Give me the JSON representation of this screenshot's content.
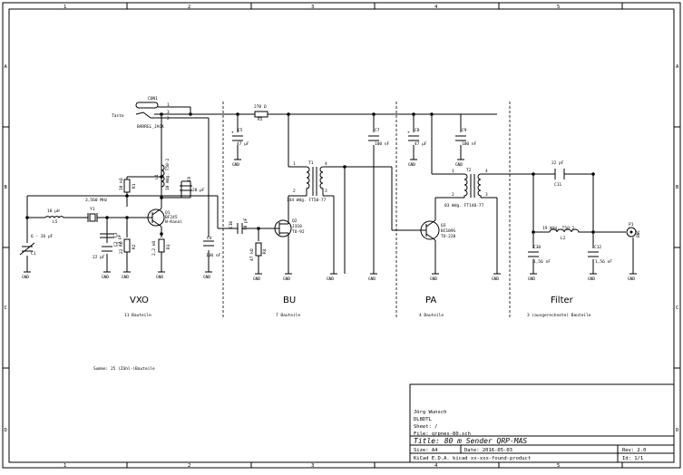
{
  "frame": {
    "columns": [
      "1",
      "2",
      "3",
      "4",
      "5"
    ],
    "rows": [
      "A",
      "B",
      "C",
      "D"
    ]
  },
  "components": {
    "con1": {
      "ref": "CON1",
      "name": "BARREL_JACK",
      "pins": [
        "1",
        "3",
        "2"
      ],
      "input_label": "Taste"
    },
    "r5": {
      "ref": "R5",
      "value": "270 Ω"
    },
    "c5": {
      "ref": "C5",
      "value": "47 µF"
    },
    "c7": {
      "ref": "C7",
      "value": "100 nF"
    },
    "c8": {
      "ref": "C8",
      "value": "47 µF"
    },
    "c9": {
      "ref": "C9",
      "value": "100 nF"
    },
    "r1": {
      "ref": "R1",
      "value": "10 kΩ"
    },
    "l4": {
      "ref": "L4",
      "value": "10 Wdg. T50-2"
    },
    "c6": {
      "ref": "C6",
      "value": "20 pF"
    },
    "l5": {
      "ref": "L5",
      "value": "10 µH"
    },
    "y1": {
      "ref": "Y1",
      "value": "3,560 MHz"
    },
    "q1": {
      "ref": "Q1",
      "name": "BF245",
      "note": "N-Kanal"
    },
    "c1": {
      "ref": "C1",
      "value": "6 - 26 pF"
    },
    "c2": {
      "ref": "C2",
      "value": "22 pF"
    },
    "r2": {
      "ref": "R2",
      "value": "22 kΩ"
    },
    "r3": {
      "ref": "R3",
      "value": "2,2 kΩ"
    },
    "c3": {
      "ref": "C3",
      "value": "22 pF"
    },
    "c4": {
      "ref": "C4",
      "value": "100 nF"
    },
    "t1": {
      "ref": "T1",
      "desc": "144 Wdg. FT50-77",
      "pins": [
        "1",
        "4",
        "2",
        "3"
      ]
    },
    "c10": {
      "ref": "C10",
      "value": "10 pF"
    },
    "q2": {
      "ref": "Q2",
      "name": "J310",
      "pkg": "TO-92"
    },
    "r4": {
      "ref": "R4",
      "value": "47 kΩ"
    },
    "t2": {
      "ref": "T2",
      "desc": "03 Wdg. FT140-77",
      "pins": [
        "1",
        "4",
        "2",
        "3"
      ]
    },
    "q3": {
      "ref": "Q3",
      "name": "BC109S",
      "pkg": "TO-220"
    },
    "c11": {
      "ref": "C11",
      "value": "22 pF"
    },
    "l2": {
      "ref": "L2",
      "value": "19 Wdg. T50-2"
    },
    "c30": {
      "ref": "C30",
      "value": "1,56 nF"
    },
    "c12": {
      "ref": "C12",
      "value": "1,56 nF"
    },
    "p1": {
      "ref": "P1",
      "name": "BNC"
    },
    "gnd": "GND"
  },
  "sections": [
    {
      "name": "VXO",
      "count": "11 Bauteile"
    },
    {
      "name": "BU",
      "count": "7 Bauteile"
    },
    {
      "name": "PA",
      "count": "4 Bauteile"
    },
    {
      "name": "Filter",
      "count": "3 (ausgerechnete) Bauteile"
    }
  ],
  "summary": "Summe: 25 (Zähl-)Bauteile",
  "title_block": {
    "author": "Jörg Wunsch",
    "callsign": "DL8DTL",
    "sheet": "Sheet: /",
    "file": "File: qrpnes-80.sch",
    "title": "Title: 80 m Sender QRP-MAS",
    "size": "Size: A4",
    "date": "Date: 2016-05-03",
    "rev": "Rev: 2.0",
    "kicad": "KiCad E.D.A.  kicad xx-xxx-found-product",
    "id": "Id: 1/1"
  }
}
